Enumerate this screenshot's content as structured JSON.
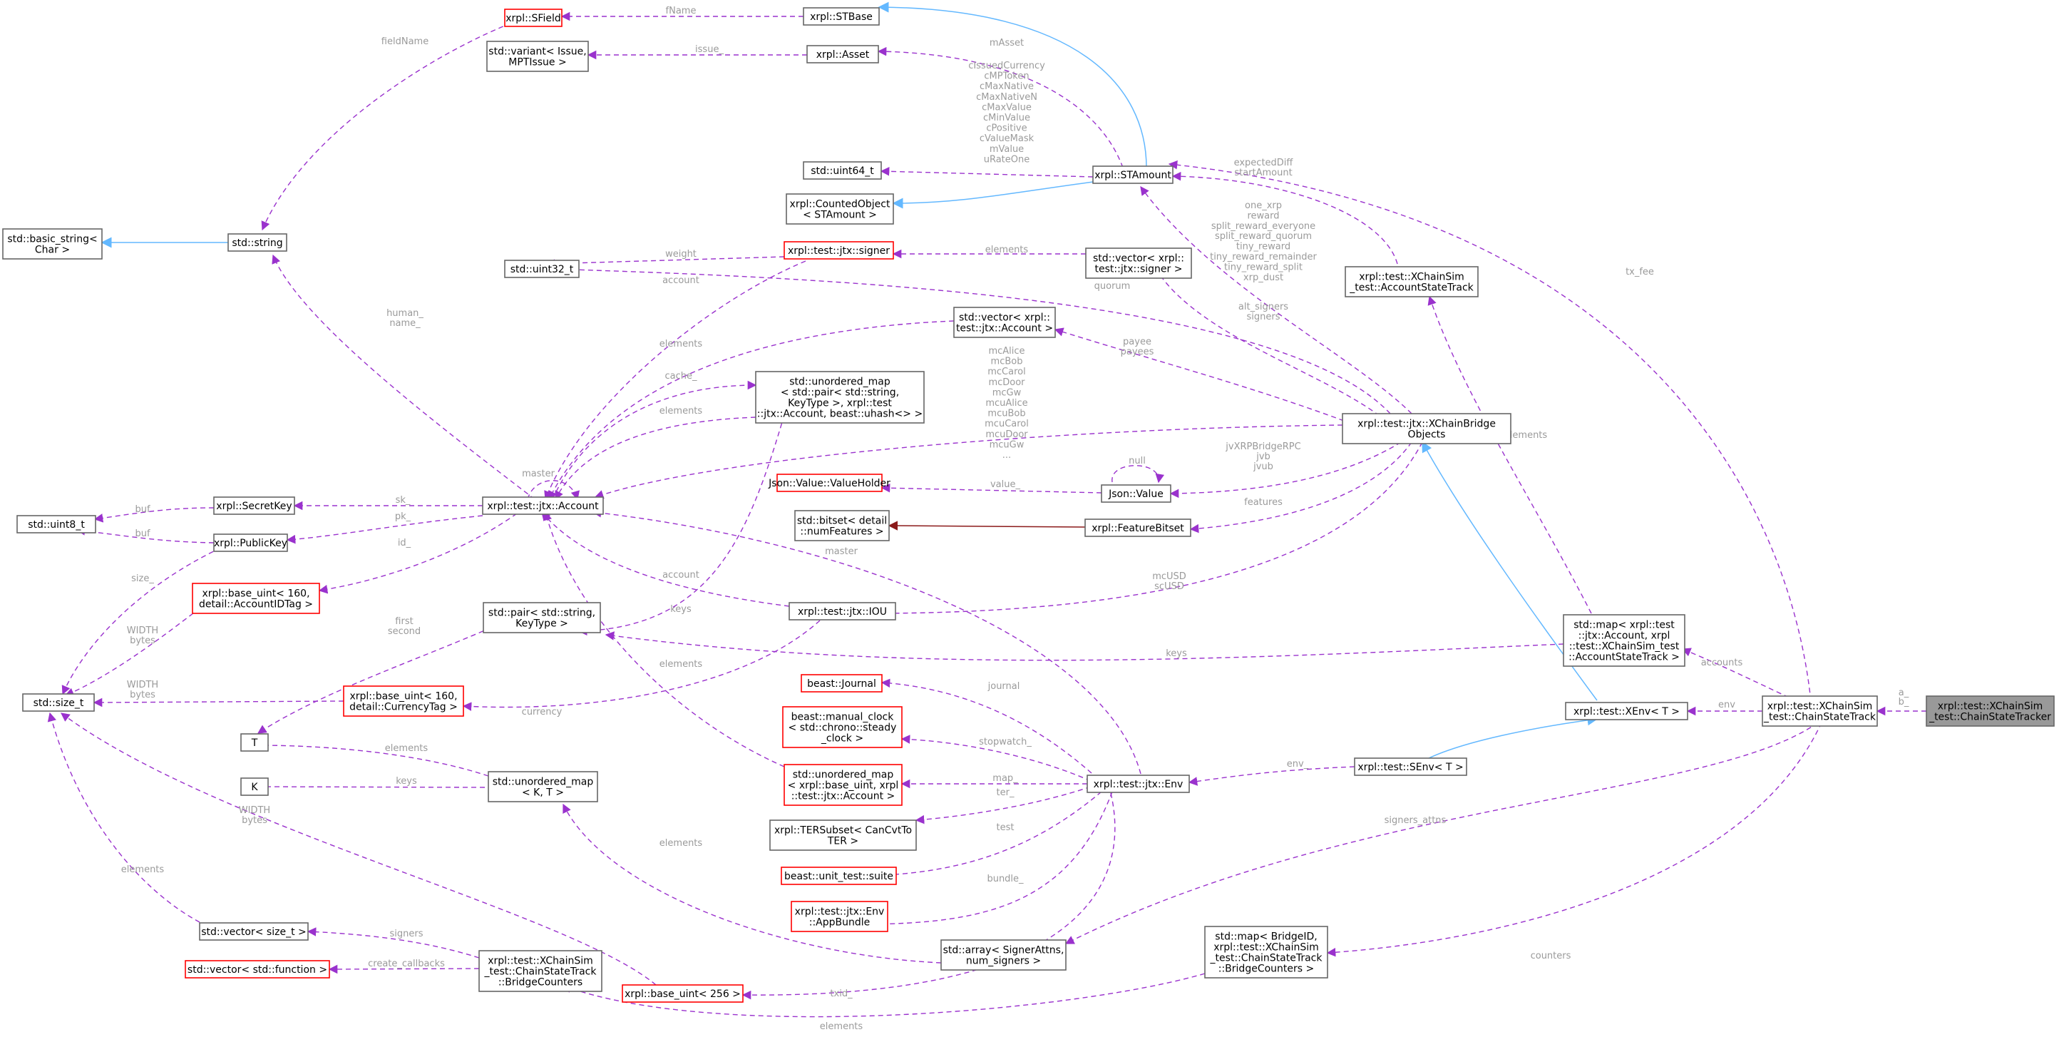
{
  "nodes": {
    "SField": "xrpl::SField",
    "STBase": "xrpl::STBase",
    "variant": [
      "std::variant< Issue,",
      "MPTIssue >"
    ],
    "Asset": "xrpl::Asset",
    "basic_string": [
      "std::basic_string<",
      "Char >"
    ],
    "string": "std::string",
    "uint64": "std::uint64_t",
    "STAmount": "xrpl::STAmount",
    "CountedObject": [
      "xrpl::CountedObject",
      "< STAmount >"
    ],
    "uint32": "std::uint32_t",
    "signer": "xrpl::test::jtx::signer",
    "vecSigner": [
      "std::vector< xrpl::",
      "test::jtx::signer >"
    ],
    "AccountStateTrack": [
      "xrpl::test::XChainSim",
      "_test::AccountStateTrack"
    ],
    "vecAccount": [
      "std::vector< xrpl::",
      "test::jtx::Account >"
    ],
    "umapPair": [
      "std::unordered_map",
      "< std::pair< std::string,",
      "KeyType >, xrpl::test",
      "::jtx::Account, beast::uhash<> >"
    ],
    "XChainBridgeObjects": [
      "xrpl::test::jtx::XChainBridge",
      "Objects"
    ],
    "ValueHolder": "Json::Value::ValueHolder",
    "JsonValue": "Json::Value",
    "uint8": "std::uint8_t",
    "SecretKey": "xrpl::SecretKey",
    "Account": "xrpl::test::jtx::Account",
    "PublicKey": "xrpl::PublicKey",
    "bitset": [
      "std::bitset< detail",
      "::numFeatures >"
    ],
    "FeatureBitset": "xrpl::FeatureBitset",
    "baseUint160Acc": [
      "xrpl::base_uint< 160,",
      "detail::AccountIDTag >"
    ],
    "pairStringKey": [
      "std::pair< std::string,",
      "KeyType >"
    ],
    "IOU": "xrpl::test::jtx::IOU",
    "mapAccountState": [
      "std::map< xrpl::test",
      "::jtx::Account, xrpl",
      "::test::XChainSim_test",
      "::AccountStateTrack >"
    ],
    "size_t": "std::size_t",
    "baseUint160Cur": [
      "xrpl::base_uint< 160,",
      "detail::CurrencyTag >"
    ],
    "Journal": "beast::Journal",
    "XEnv": "xrpl::test::XEnv< T >",
    "ChainStateTrack": [
      "xrpl::test::XChainSim",
      "_test::ChainStateTrack"
    ],
    "ChainStateTracker": [
      "xrpl::test::XChainSim",
      "_test::ChainStateTracker"
    ],
    "manualClock": [
      "beast::manual_clock",
      "< std::chrono::steady",
      "_clock >"
    ],
    "T": "T",
    "K": "K",
    "umapKT": [
      "std::unordered_map",
      "< K, T >"
    ],
    "umapBaseUint": [
      "std::unordered_map",
      "< xrpl::base_uint, xrpl",
      "::test::jtx::Account >"
    ],
    "Env": "xrpl::test::jtx::Env",
    "SEnv": "xrpl::test::SEnv< T >",
    "TERSubset": [
      "xrpl::TERSubset< CanCvtTo",
      "TER >"
    ],
    "suite": "beast::unit_test::suite",
    "AppBundle": [
      "xrpl::test::jtx::Env",
      "::AppBundle"
    ],
    "vecSize": "std::vector< size_t >",
    "arraySigner": [
      "std::array< SignerAttns,",
      "num_signers >"
    ],
    "mapBridge": [
      "std::map< BridgeID,",
      "xrpl::test::XChainSim",
      "_test::ChainStateTrack",
      "::BridgeCounters >"
    ],
    "vecFunction": "std::vector< std::function >",
    "BridgeCounters": [
      "xrpl::test::XChainSim",
      "_test::ChainStateTrack",
      "::BridgeCounters"
    ],
    "baseUint256": "xrpl::base_uint< 256 >"
  },
  "edges": {
    "fName": "fName",
    "fieldName": "fieldName",
    "issue": "issue_",
    "mAsset": "mAsset",
    "stamountFields": [
      "cIssuedCurrency",
      "cMPToken",
      "cMaxNative",
      "cMaxNativeN",
      "cMaxValue",
      "cMinValue",
      "cPositive",
      "cValueMask",
      "mValue",
      "uRateOne"
    ],
    "txFee": "tx_fee",
    "expected": [
      "expectedDiff",
      "startAmount"
    ],
    "xchainAmounts": [
      "one_xrp",
      "reward",
      "split_reward_everyone",
      "split_reward_quorum",
      "tiny_reward",
      "tiny_reward_remainder",
      "tiny_reward_split",
      "xrp_dust"
    ],
    "weight": "weight",
    "account": "account",
    "elements": "elements",
    "quorum": "quorum",
    "altSigners": [
      "alt_signers",
      "signers"
    ],
    "humanName": [
      "human_",
      "name_"
    ],
    "cache": "cache_",
    "payee": [
      "payee",
      "payees"
    ],
    "mcAccounts": [
      "mcAlice",
      "mcBob",
      "mcCarol",
      "mcDoor",
      "mcGw",
      "mcuAlice",
      "mcuBob",
      "mcuCarol",
      "mcuDoor",
      "mcuGw",
      "..."
    ],
    "master": "master",
    "null": "null",
    "jv": [
      "jvXRPBridgeRPC",
      "jvb",
      "jvub"
    ],
    "value": "value_",
    "sk": "sk_",
    "pk": "pk_",
    "buf": "buf",
    "id": "id_",
    "features": "features",
    "size": "size_",
    "masterMaster": "master",
    "widthBytes": [
      "WIDTH",
      "bytes"
    ],
    "firstSecond": [
      "first",
      "second"
    ],
    "keys": "keys",
    "mcUSD": [
      "mcUSD",
      "scUSD"
    ],
    "accounts": "accounts",
    "currency": "currency",
    "journal": "journal",
    "env": "env",
    "ab": [
      "a_",
      "b_"
    ],
    "stopwatch": "stopwatch_",
    "map": "map_",
    "ter": "ter_",
    "test": "test",
    "bundle": "bundle_",
    "envEnv": "env_",
    "signersAttns": "signers_attns",
    "signers": "signers",
    "createCallbacks": "create_callbacks",
    "counters": "counters",
    "txid": "txid_"
  },
  "colors": {
    "usage_edge": "#9a32cd",
    "inheritance_edge": "#63b8ff",
    "template_edge": "#8b1a1a",
    "truncated_node_border": "#ff0000",
    "focus_node_fill": "#999999",
    "label": "#9a9a9a"
  }
}
